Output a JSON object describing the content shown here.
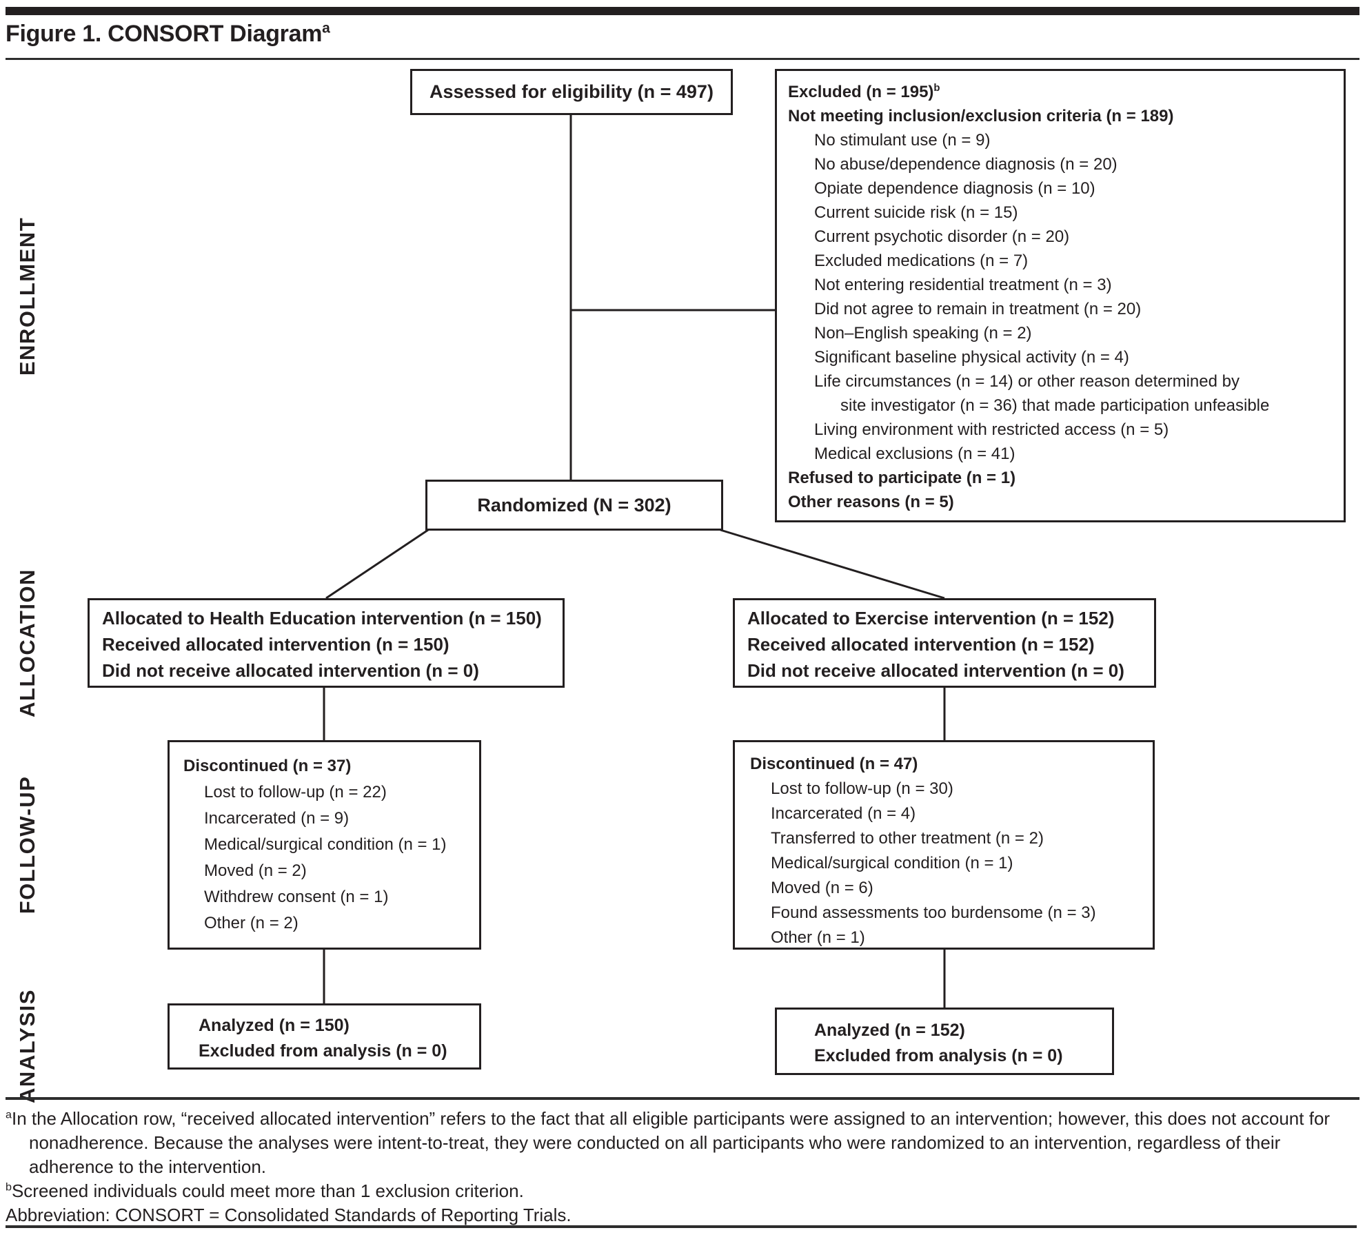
{
  "figure": {
    "title": "Figure 1. CONSORT Diagram",
    "title_sup": "a"
  },
  "stages": {
    "enrollment": "ENROLLMENT",
    "allocation": "ALLOCATION",
    "followup": "FOLLOW-UP",
    "analysis": "ANALYSIS"
  },
  "boxes": {
    "eligibility": {
      "text": "Assessed for eligibility (n = 497)"
    },
    "randomized": {
      "text": "Randomized (N = 302)"
    },
    "excluded": {
      "lines": [
        {
          "text": "Excluded (n = 195)",
          "sup": "b",
          "bold": true
        },
        {
          "text": "Not meeting inclusion/exclusion criteria (n = 189)",
          "bold": true
        },
        {
          "text": "No stimulant use (n = 9)",
          "indent": 1
        },
        {
          "text": "No abuse/dependence diagnosis (n = 20)",
          "indent": 1
        },
        {
          "text": "Opiate dependence diagnosis (n = 10)",
          "indent": 1
        },
        {
          "text": "Current suicide risk (n = 15)",
          "indent": 1
        },
        {
          "text": "Current psychotic disorder (n = 20)",
          "indent": 1
        },
        {
          "text": "Excluded medications (n = 7)",
          "indent": 1
        },
        {
          "text": "Not entering residential treatment (n = 3)",
          "indent": 1
        },
        {
          "text": "Did not agree to remain in treatment (n = 20)",
          "indent": 1
        },
        {
          "text": "Non–English speaking (n = 2)",
          "indent": 1
        },
        {
          "text": "Significant baseline physical activity (n = 4)",
          "indent": 1
        },
        {
          "text": "Life circumstances (n = 14) or other reason determined by",
          "indent": 1
        },
        {
          "text": "site investigator (n = 36) that made participation unfeasible",
          "indent": 2
        },
        {
          "text": "Living environment with restricted access (n = 5)",
          "indent": 1
        },
        {
          "text": "Medical exclusions (n = 41)",
          "indent": 1
        },
        {
          "text": "Refused to participate (n = 1)",
          "bold": true
        },
        {
          "text": "Other reasons (n = 5)",
          "bold": true
        }
      ]
    },
    "alloc_left": {
      "lines": [
        {
          "text": "Allocated to Health Education intervention (n = 150)",
          "bold": true
        },
        {
          "text": "Received allocated intervention (n = 150)",
          "bold": true
        },
        {
          "text": "Did not receive allocated intervention (n = 0)",
          "bold": true
        }
      ]
    },
    "alloc_right": {
      "lines": [
        {
          "text": "Allocated to Exercise intervention (n = 152)",
          "bold": true
        },
        {
          "text": "Received allocated intervention (n = 152)",
          "bold": true
        },
        {
          "text": "Did not receive allocated intervention (n = 0)",
          "bold": true
        }
      ]
    },
    "followup_left": {
      "lines": [
        {
          "text": "Discontinued (n = 37)",
          "bold": true
        },
        {
          "text": "Lost to follow-up (n = 22)",
          "indent": 1
        },
        {
          "text": "Incarcerated (n = 9)",
          "indent": 1
        },
        {
          "text": "Medical/surgical condition (n = 1)",
          "indent": 1
        },
        {
          "text": "Moved (n = 2)",
          "indent": 1
        },
        {
          "text": "Withdrew consent (n = 1)",
          "indent": 1
        },
        {
          "text": "Other (n = 2)",
          "indent": 1
        }
      ]
    },
    "followup_right": {
      "lines": [
        {
          "text": "Discontinued (n = 47)",
          "bold": true
        },
        {
          "text": "Lost to follow-up (n = 30)",
          "indent": 1
        },
        {
          "text": "Incarcerated (n = 4)",
          "indent": 1
        },
        {
          "text": "Transferred to other treatment (n = 2)",
          "indent": 1
        },
        {
          "text": "Medical/surgical condition (n = 1)",
          "indent": 1
        },
        {
          "text": "Moved (n = 6)",
          "indent": 1
        },
        {
          "text": "Found assessments too burdensome (n = 3)",
          "indent": 1
        },
        {
          "text": "Other (n = 1)",
          "indent": 1
        }
      ]
    },
    "analysis_left": {
      "lines": [
        {
          "text": "Analyzed (n = 150)",
          "bold": true
        },
        {
          "text": "Excluded from analysis (n = 0)",
          "bold": true
        }
      ]
    },
    "analysis_right": {
      "lines": [
        {
          "text": "Analyzed (n = 152)",
          "bold": true
        },
        {
          "text": "Excluded from analysis (n = 0)",
          "bold": true
        }
      ]
    }
  },
  "footnotes": [
    {
      "pre_sup": "a",
      "text": "In the Allocation row, “received allocated intervention” refers to the fact that all eligible participants were assigned to an intervention; however, this does not account for nonadherence. Because the analyses were intent-to-treat, they were conducted on all participants who were randomized to an intervention, regardless of their adherence to the intervention."
    },
    {
      "pre_sup": "b",
      "text": "Screened individuals could meet more than 1 exclusion criterion."
    },
    {
      "text": "Abbreviation: CONSORT = Consolidated Standards of Reporting Trials."
    }
  ],
  "colors": {
    "ink": "#231f20"
  }
}
